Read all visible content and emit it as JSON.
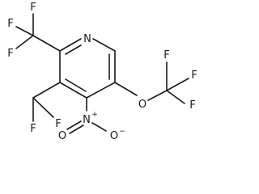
{
  "molecule": {
    "atoms": {
      "n_ring": "N",
      "f_cf3_top": "F",
      "f_cf3_left_up": "F",
      "f_cf3_left_down": "F",
      "f_chf2_lower": "F",
      "f_chf2_right": "F",
      "n_nitro": "N",
      "n_nitro_plus": "+",
      "o_nitro_left": "O",
      "o_nitro_right": "O",
      "o_nitro_minus": "−",
      "o_ether": "O",
      "f_ocf3_top": "F",
      "f_ocf3_right": "F",
      "f_ocf3_bottom": "F"
    }
  }
}
